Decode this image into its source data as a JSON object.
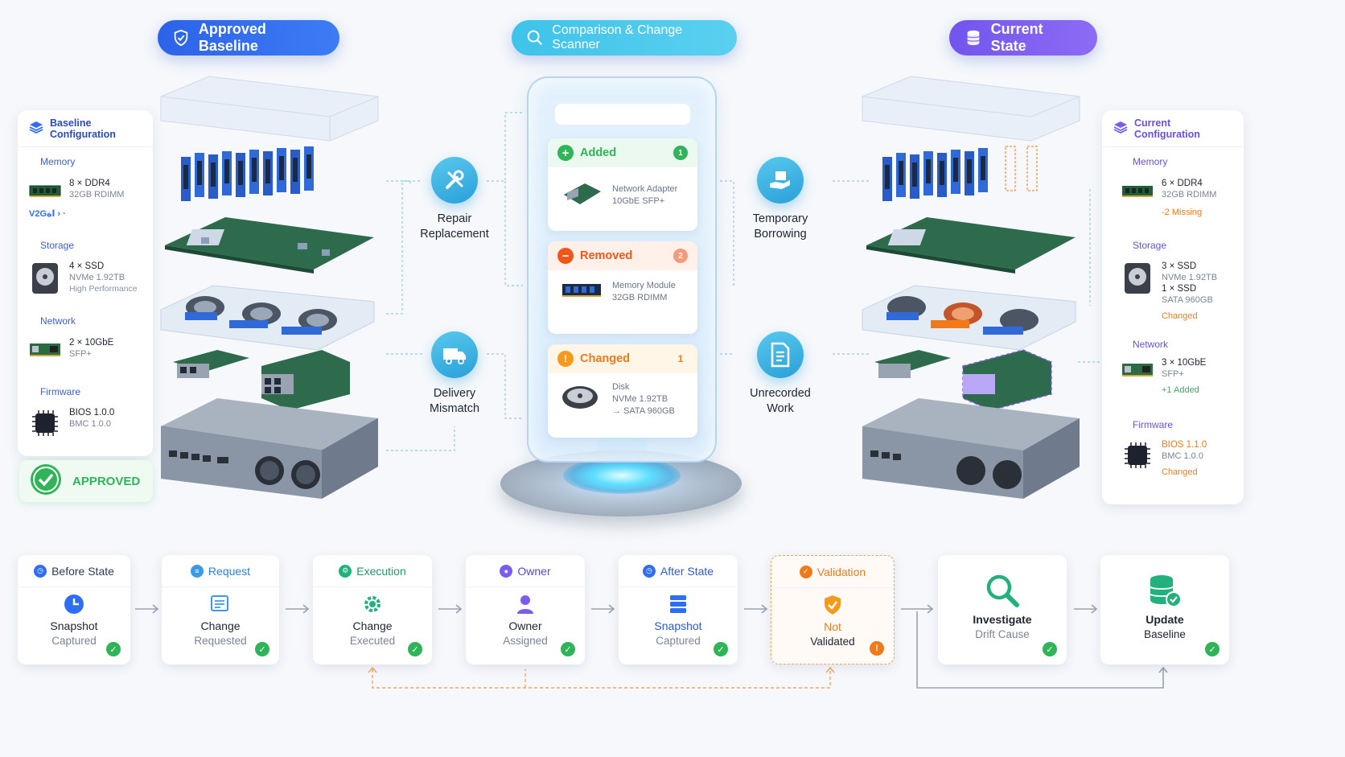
{
  "header": {
    "approved_baseline": "Approved Baseline",
    "scanner": "Comparison & Change Scanner",
    "current_state": "Current State"
  },
  "baseline_config": {
    "title": "Baseline Configuration",
    "memory_title": "Memory",
    "memory_l1": "8 × DDR4",
    "memory_l2": "32GB RDIMM",
    "memory_extra": "V2Gاة",
    "storage_title": "Storage",
    "storage_l1": "4 × SSD",
    "storage_l2": "NVMe 1.92TB",
    "storage_l3": "High Performance",
    "network_title": "Network",
    "network_l1": "2 × 10GbE",
    "network_l2": "SFP+",
    "firmware_title": "Firmware",
    "firmware_l1": "BIOS 1.0.0",
    "firmware_l2": "BMC 1.0.0",
    "approved": "APPROVED"
  },
  "current_config": {
    "title": "Current Configuration",
    "memory_title": "Memory",
    "memory_l1": "6 × DDR4",
    "memory_l2": "32GB RDIMM",
    "memory_l3": "-2 Missing",
    "storage_title": "Storage",
    "storage_l1": "3 × SSD",
    "storage_l2": "NVMe 1.92TB",
    "storage_l3": "1 × SSD",
    "storage_l4": "SATA 960GB",
    "storage_l5": "Changed",
    "network_title": "Network",
    "network_l1": "3 × 10GbE",
    "network_l2": "SFP+",
    "network_l3": "+1 Added",
    "firmware_title": "Firmware",
    "firmware_l1": "BIOS 1.1.0",
    "firmware_l2": "BMC 1.0.0",
    "firmware_l3": "Changed"
  },
  "causes": {
    "repair": [
      "Repair",
      "Replacement"
    ],
    "delivery": [
      "Delivery",
      "Mismatch"
    ],
    "temporary": [
      "Temporary",
      "Borrowing"
    ],
    "unrecorded": [
      "Unrecorded",
      "Work"
    ]
  },
  "scanner": {
    "added": {
      "label": "Added",
      "count": "1",
      "l1": "Network Adapter",
      "l2": "10GbE SFP+"
    },
    "removed": {
      "label": "Removed",
      "count": "2",
      "l1": "Memory Module",
      "l2": "32GB RDIMM"
    },
    "changed": {
      "label": "Changed",
      "count": "1",
      "l1": "Disk",
      "l2": "NVMe 1.92TB",
      "l3": "→ SATA 960GB"
    }
  },
  "flow": [
    {
      "head": "Before State",
      "l1": "Snapshot",
      "l2": "Captured"
    },
    {
      "head": "Request",
      "l1": "Change",
      "l2": "Requested"
    },
    {
      "head": "Execution",
      "l1": "Change",
      "l2": "Executed"
    },
    {
      "head": "Owner",
      "l1": "Owner",
      "l2": "Assigned"
    },
    {
      "head": "After State",
      "l1": "Snapshot",
      "l2": "Captured"
    },
    {
      "head": "Validation",
      "l1": "Not",
      "l2": "Validated"
    },
    {
      "head": "",
      "l1": "Investigate",
      "l2": "Drift Cause"
    },
    {
      "head": "",
      "l1": "Update",
      "l2": "Baseline"
    }
  ],
  "colors": {
    "blue": "#2f6ef2",
    "cyan": "#3bbbe8",
    "purple": "#7b5cf0",
    "green": "#2fb457",
    "orange": "#f07a1a"
  }
}
